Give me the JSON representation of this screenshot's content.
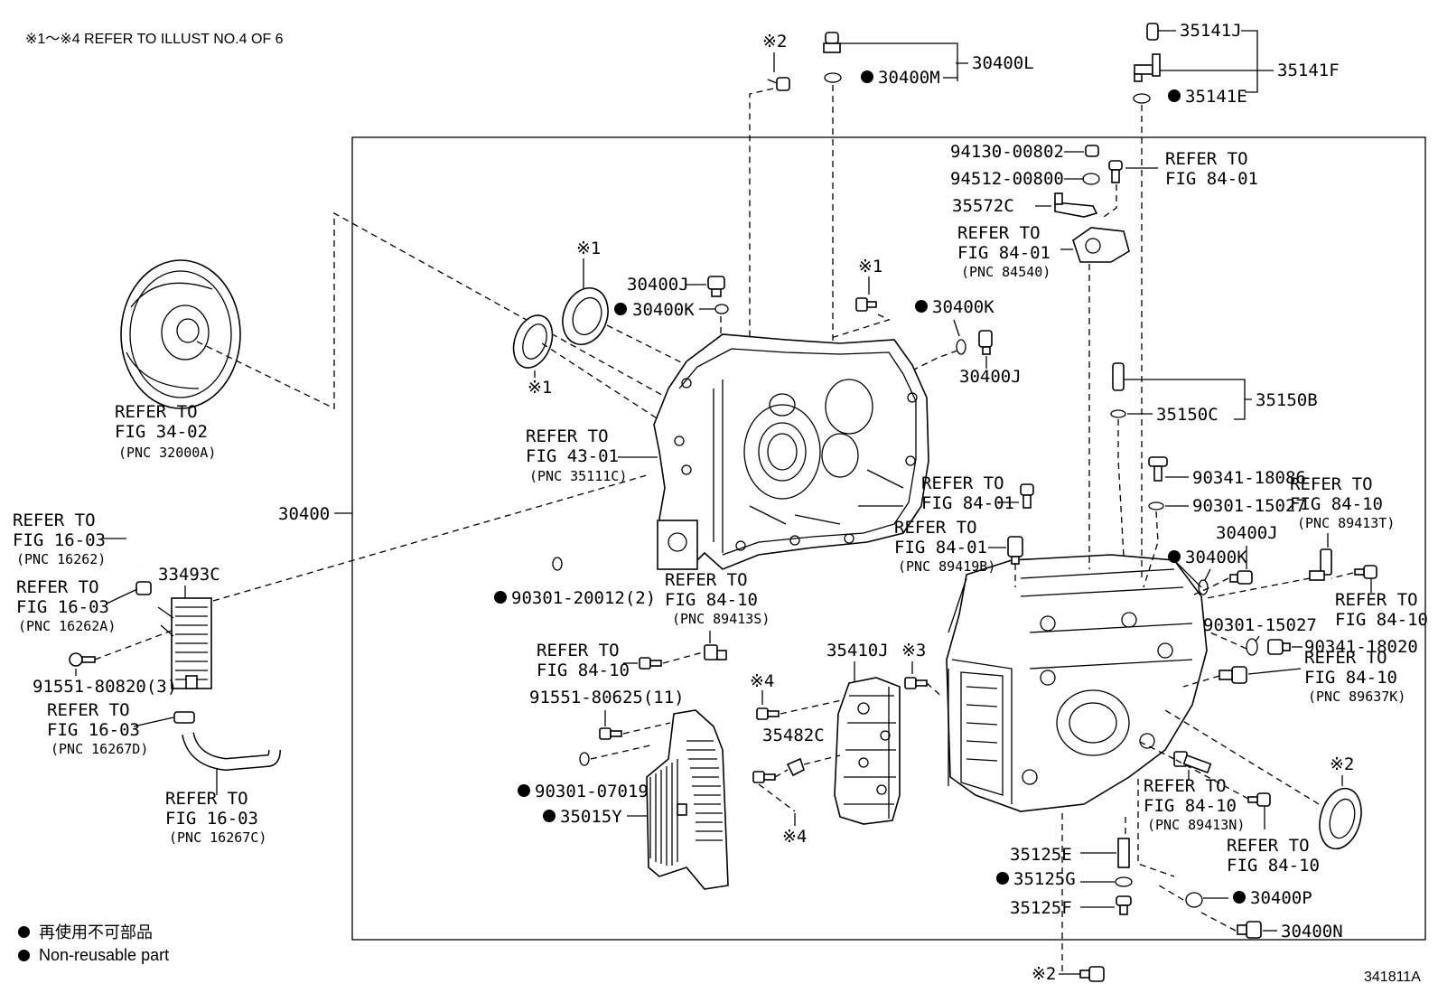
{
  "header_note": "※1～※4 REFER TO ILLUST NO.4 OF 6",
  "drawing_number": "341811A",
  "legend": [
    {
      "symbol": "black-dot",
      "text": "再使用不可部品"
    },
    {
      "symbol": "black-dot",
      "text": "Non-reusable part"
    }
  ],
  "markers": {
    "m1": "※1",
    "m2": "※2",
    "m3": "※3",
    "m4": "※4"
  },
  "parts": {
    "p30400": "30400",
    "p30400L": "30400L",
    "p30400M": "30400M",
    "p30400J": "30400J",
    "p30400K": "30400K",
    "p30400N": "30400N",
    "p30400P": "30400P",
    "p35141J": "35141J",
    "p35141F": "35141F",
    "p35141E": "35141E",
    "p94130": "94130-00802",
    "p94512": "94512-00800",
    "p35572C": "35572C",
    "p35150B": "35150B",
    "p35150C": "35150C",
    "p90341_18086": "90341-18086",
    "p90301_15027": "90301-15027",
    "p90341_18020": "90341-18020",
    "p33493C": "33493C",
    "p91551_80820": "91551-80820(3)",
    "p90301_20012": "90301-20012(2)",
    "p91551_80625": "91551-80625(11)",
    "p90301_07019": "90301-07019",
    "p35015Y": "35015Y",
    "p35410J": "35410J",
    "p35482C": "35482C",
    "p35125E": "35125E",
    "p35125G": "35125G",
    "p35125F": "35125F"
  },
  "refs": {
    "refer_to": "REFER TO",
    "r_fig_34_02": "FIG 34-02",
    "r_pnc_32000A": "(PNC 32000A)",
    "r_fig_43_01": "FIG 43-01",
    "r_pnc_35111C": "(PNC 35111C)",
    "r_fig_16_03": "FIG 16-03",
    "r_pnc_16262": "(PNC 16262)",
    "r_pnc_16262A": "(PNC 16262A)",
    "r_pnc_16267D": "(PNC 16267D)",
    "r_pnc_16267C": "(PNC 16267C)",
    "r_fig_84_01": "FIG 84-01",
    "r_pnc_84540": "(PNC 84540)",
    "r_pnc_89419B": "(PNC 89419B)",
    "r_fig_84_10": "FIG 84-10",
    "r_pnc_89413S": "(PNC 89413S)",
    "r_pnc_89413T": "(PNC 89413T)",
    "r_pnc_89637K": "(PNC 89637K)",
    "r_pnc_89413N": "(PNC 89413N)"
  }
}
